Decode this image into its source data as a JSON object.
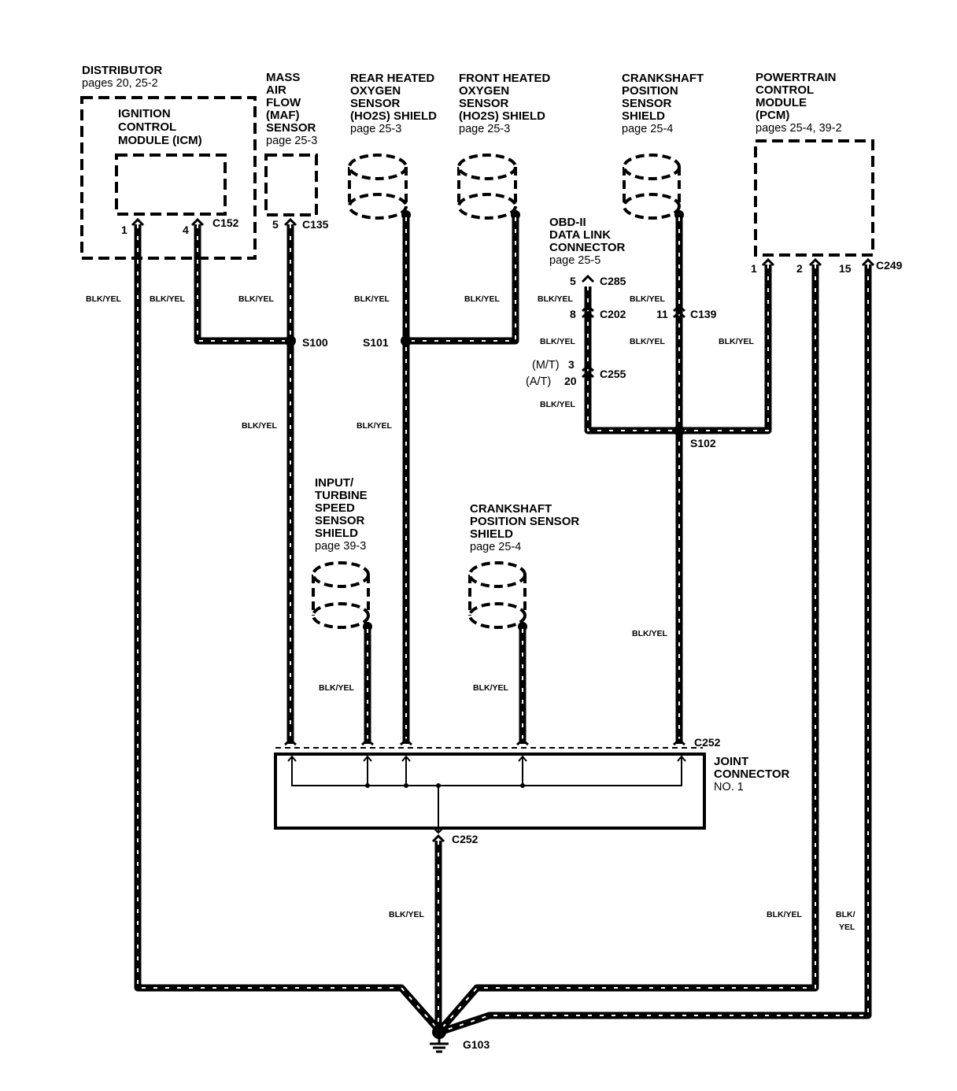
{
  "components": {
    "distributor": {
      "title": "DISTRIBUTOR",
      "ref": "pages 20, 25-2"
    },
    "icm": {
      "line1": "IGNITION",
      "line2": "CONTROL",
      "line3": "MODULE (ICM)"
    },
    "maf": {
      "line1": "MASS",
      "line2": "AIR",
      "line3": "FLOW",
      "line4": "(MAF)",
      "line5": "SENSOR",
      "ref": "page 25-3"
    },
    "rear_ho2s": {
      "line1": "REAR HEATED",
      "line2": "OXYGEN",
      "line3": "SENSOR",
      "line4": "(HO2S) SHIELD",
      "ref": "page  25-3"
    },
    "front_ho2s": {
      "line1": "FRONT HEATED",
      "line2": "OXYGEN",
      "line3": "SENSOR",
      "line4": "(HO2S) SHIELD",
      "ref": "page  25-3"
    },
    "ckp_top": {
      "line1": "CRANKSHAFT",
      "line2": "POSITION",
      "line3": "SENSOR",
      "line4": "SHIELD",
      "ref": "page 25-4"
    },
    "pcm": {
      "line1": "POWERTRAIN",
      "line2": "CONTROL",
      "line3": "MODULE",
      "line4": "(PCM)",
      "ref": "pages 25-4, 39-2"
    },
    "obd": {
      "line1": "OBD-II",
      "line2": "DATA LINK",
      "line3": "CONNECTOR",
      "ref": "page 25-5"
    },
    "tss": {
      "line1": "INPUT/",
      "line2": "TURBINE",
      "line3": "SPEED",
      "line4": "SENSOR",
      "line5": "SHIELD",
      "ref": "page 39-3"
    },
    "ckp_mid": {
      "line1": "CRANKSHAFT",
      "line2": "POSITION SENSOR",
      "line3": "SHIELD",
      "ref": "page 25-4"
    },
    "joint": {
      "line1": "JOINT",
      "line2": "CONNECTOR",
      "line3": "NO. 1"
    }
  },
  "connectors": {
    "c152": "C152",
    "c135": "C135",
    "c285": "C285",
    "c202": "C202",
    "c255": "C255",
    "c139": "C139",
    "c249": "C249",
    "c252_top": "C252",
    "c252_bottom": "C252"
  },
  "pins": {
    "icm_1": "1",
    "icm_4": "4",
    "maf_5": "5",
    "obd_5": "5",
    "c202_8": "8",
    "mt": "(M/T)",
    "mt_3": "3",
    "at": "(A/T)",
    "at_20": "20",
    "c139_11": "11",
    "pcm_1": "1",
    "pcm_2": "2",
    "pcm_15": "15"
  },
  "splices": {
    "s100": "S100",
    "s101": "S101",
    "s102": "S102"
  },
  "ground": "G103",
  "wire_color": "BLK/YEL",
  "wire_color_split": {
    "top": "BLK/",
    "bottom": "YEL"
  }
}
